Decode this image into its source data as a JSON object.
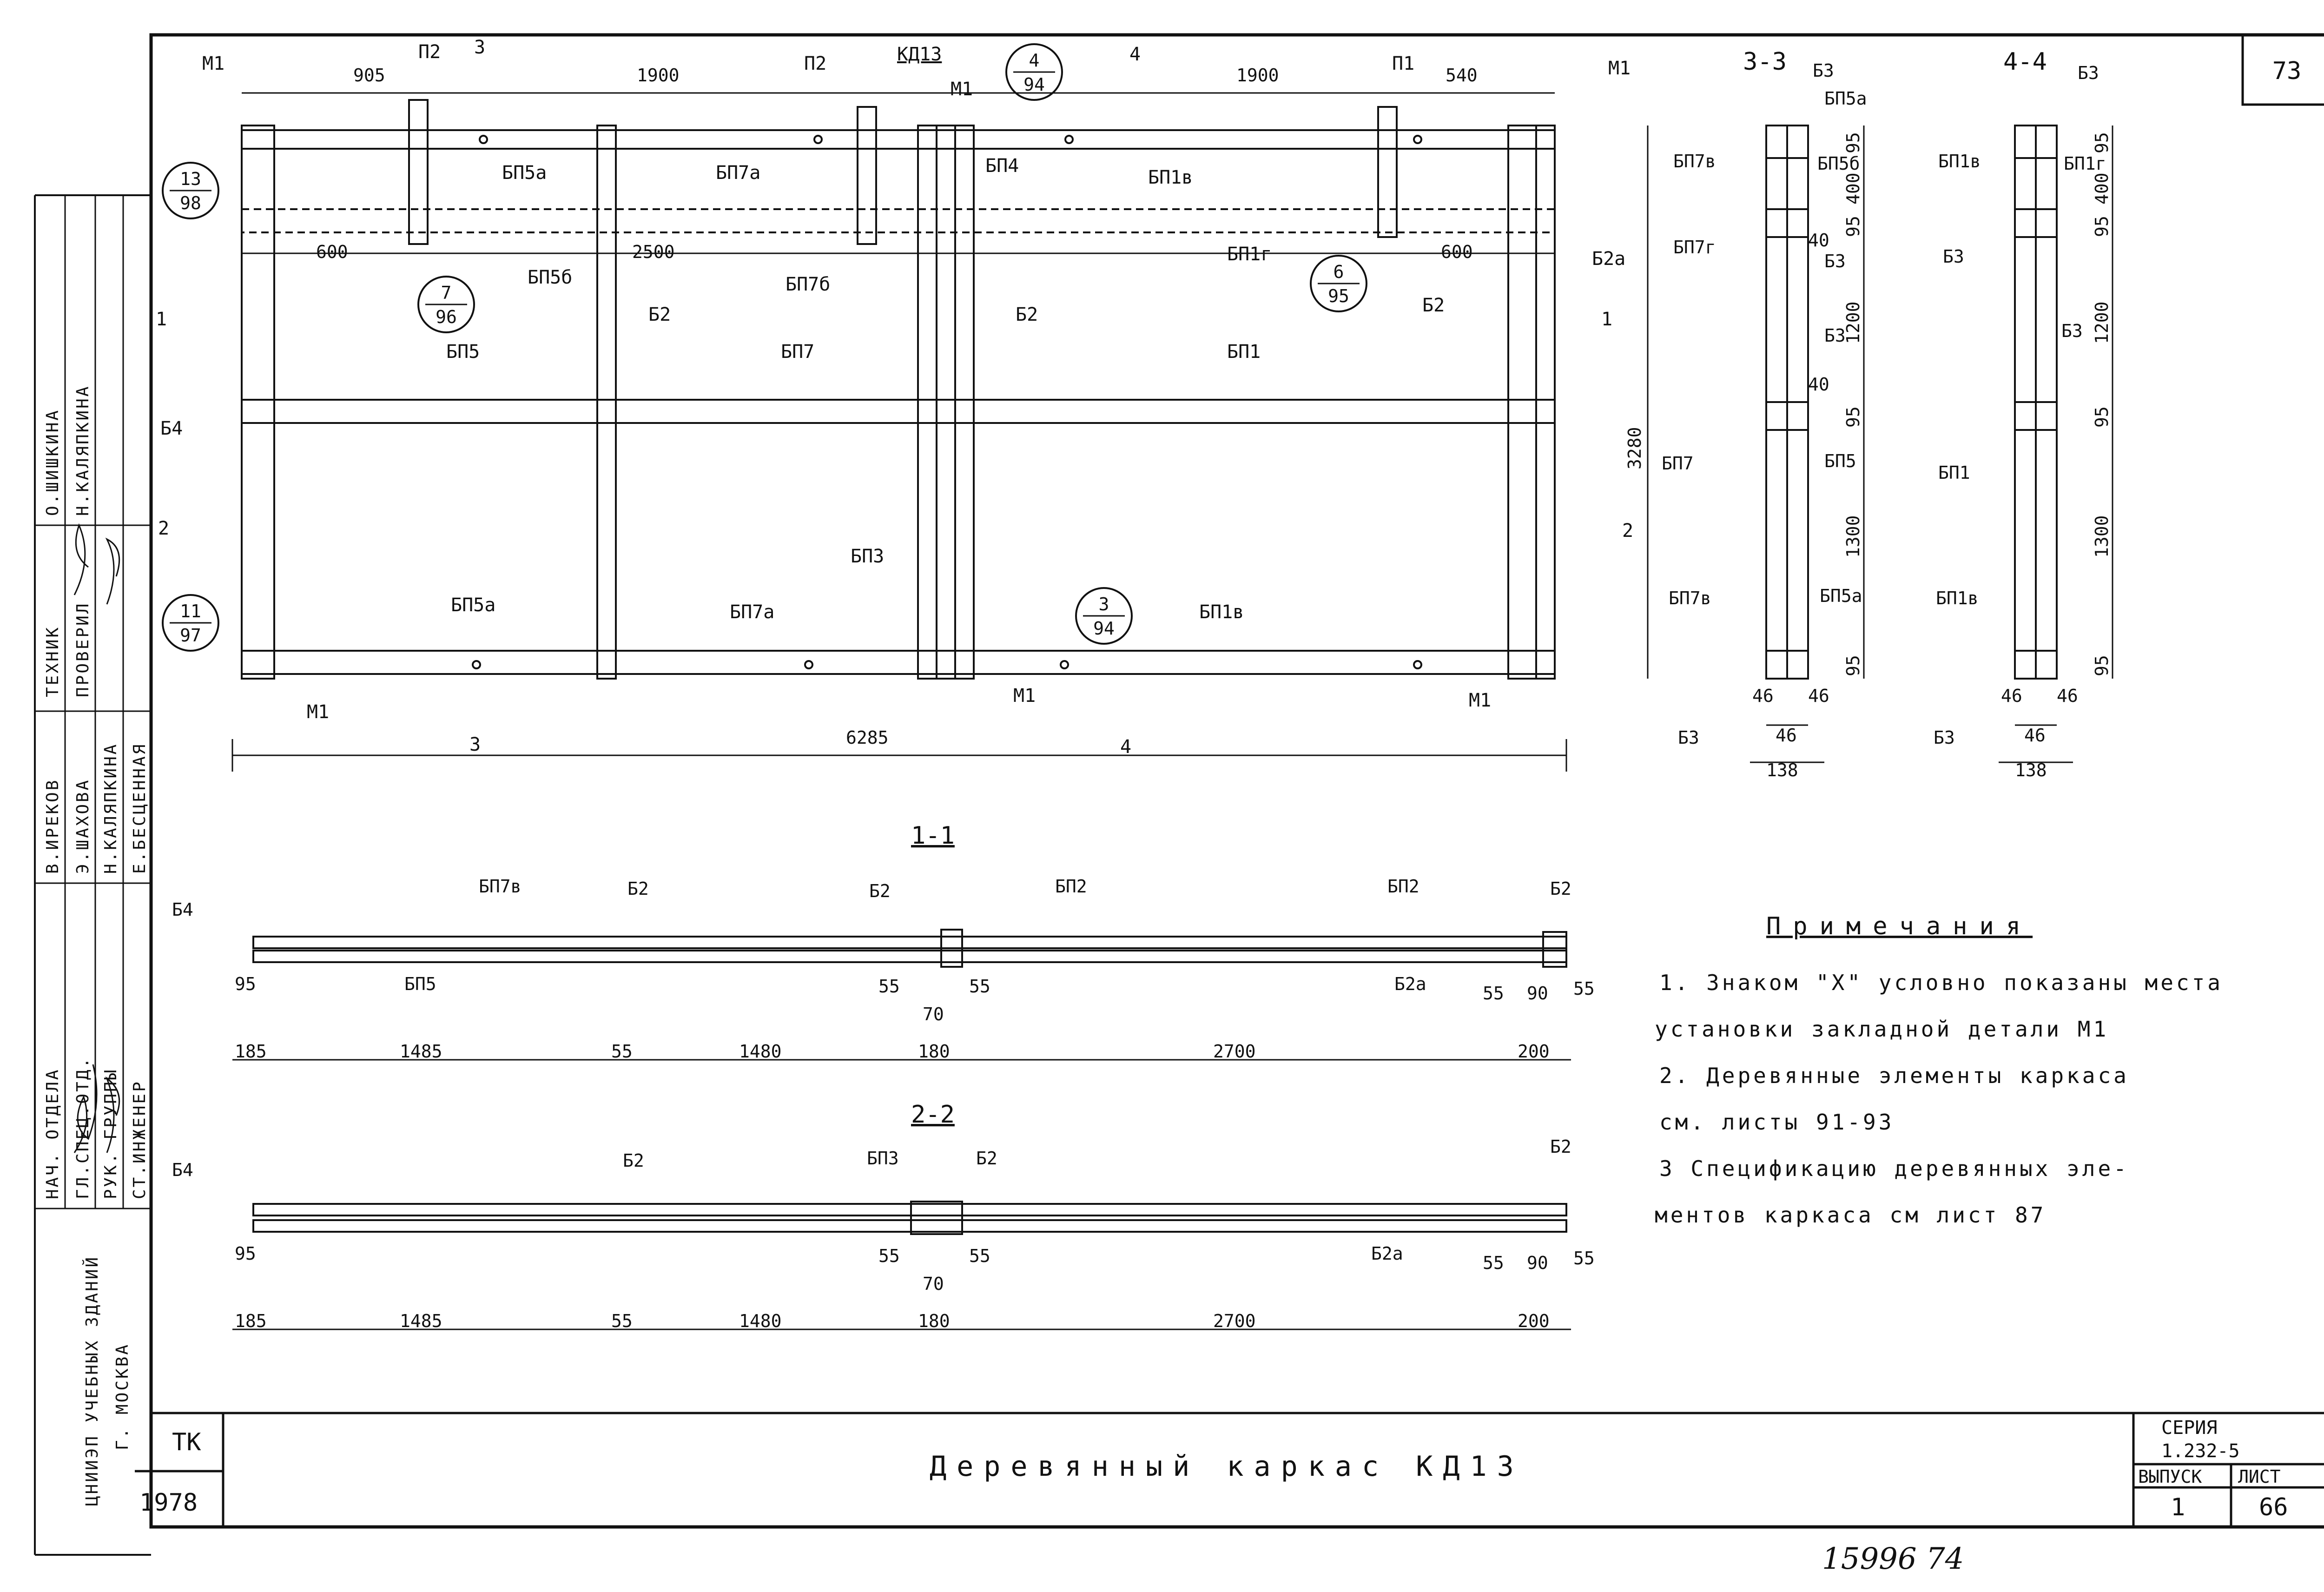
{
  "sheet_number": "73",
  "handwritten_note": "15996 74",
  "drawing_code": "КД13",
  "title_block": {
    "org": "ТК",
    "year": "1978",
    "title": "Деревянный каркас КД13",
    "series_label": "СЕРИЯ",
    "series_value": "1.232-5",
    "issue_label": "ВЫПУСК",
    "issue_value": "1",
    "sheet_label": "ЛИСТ",
    "sheet_value": "66"
  },
  "side_stamp": {
    "institute": "ЦНИИЭП УЧЕБНЫХ ЗДАНИЙ",
    "city": "Г. МОСКВА",
    "roles": [
      "НАЧ. ОТДЕЛА",
      "ГЛ.СПЕЦ.ОТД.",
      "РУК. ГРУППЫ",
      "СТ.ИНЖЕНЕР",
      "ТЕХНИК",
      "ПРОВЕРИЛ"
    ],
    "names": [
      "В.ИРЕКОВ",
      "Э.ШАХОВА",
      "Н.КАЛЯПКИНА",
      "Е.БЕСЦЕННАЯ",
      "О.ШИШКИНА",
      "Н.КАЛЯПКИНА"
    ]
  },
  "plan": {
    "top_dims": [
      "905",
      "1900",
      "1900",
      "540"
    ],
    "mid_dims": [
      "600",
      "2500",
      "600"
    ],
    "overall_width": "6285",
    "overall_height": "3280",
    "labels": {
      "m1": "М1",
      "p1": "П1",
      "p2": "П2",
      "bp5a": "БП5а",
      "bp7a": "БП7а",
      "bp1v": "БП1в",
      "bp4": "БП4",
      "bp5b": "БП5б",
      "bp7b": "БП7б",
      "bp1g": "БП1г",
      "b2": "Б2",
      "b2a": "Б2а",
      "bp5": "БП5",
      "bp7": "БП7",
      "bp1": "БП1",
      "b4": "Б4",
      "bp3": "БП3"
    },
    "callouts": [
      {
        "top": "13",
        "bottom": "98"
      },
      {
        "top": "4",
        "bottom": "94"
      },
      {
        "top": "7",
        "bottom": "96"
      },
      {
        "top": "6",
        "bottom": "95"
      },
      {
        "top": "11",
        "bottom": "97"
      },
      {
        "top": "3",
        "bottom": "94"
      }
    ],
    "section_marks": [
      "1",
      "2",
      "3",
      "4"
    ]
  },
  "section_33": {
    "title": "3-3",
    "labels": [
      "Б3",
      "БП5а",
      "БП7в",
      "БП5б",
      "БП7г",
      "Б3",
      "Б3",
      "БП7",
      "БП5",
      "БП7в",
      "БП5а",
      "Б3"
    ],
    "dims": [
      "95",
      "400",
      "95",
      "1200",
      "95",
      "1300",
      "95"
    ],
    "small": [
      "40",
      "40"
    ],
    "bottom": [
      "46",
      "46",
      "46",
      "138"
    ]
  },
  "section_44": {
    "title": "4-4",
    "labels": [
      "Б3",
      "БП1в",
      "БП1г",
      "Б3",
      "Б3",
      "БП1",
      "БП1в",
      "Б3"
    ],
    "dims": [
      "95",
      "400",
      "95",
      "1200",
      "95",
      "1300",
      "95"
    ],
    "bottom": [
      "46",
      "46",
      "46",
      "138"
    ]
  },
  "section_11": {
    "title": "1-1",
    "labels": [
      "БП7в",
      "Б2",
      "Б2",
      "БП2",
      "БП2",
      "Б2",
      "Б4",
      "БП5",
      "Б2а"
    ],
    "dims_top": [
      "95",
      "55",
      "70",
      "55",
      "55",
      "90",
      "55"
    ],
    "dims_bottom": [
      "185",
      "1485",
      "55",
      "1480",
      "180",
      "2700",
      "200"
    ]
  },
  "section_22": {
    "title": "2-2",
    "labels": [
      "Б4",
      "Б2",
      "БП3",
      "Б2",
      "Б2",
      "Б2а"
    ],
    "dims_top": [
      "95",
      "55",
      "70",
      "55",
      "55",
      "90",
      "55"
    ],
    "dims_bottom": [
      "185",
      "1485",
      "55",
      "1480",
      "180",
      "2700",
      "200"
    ]
  },
  "notes": {
    "heading": "Примечания",
    "lines": [
      "1. Знаком \"X\" условно показаны места",
      "установки закладной детали М1",
      "2. Деревянные элементы каркаса",
      "см. листы 91-93",
      "3 Спецификацию деревянных эле-",
      "ментов каркаса см лист 87"
    ]
  }
}
